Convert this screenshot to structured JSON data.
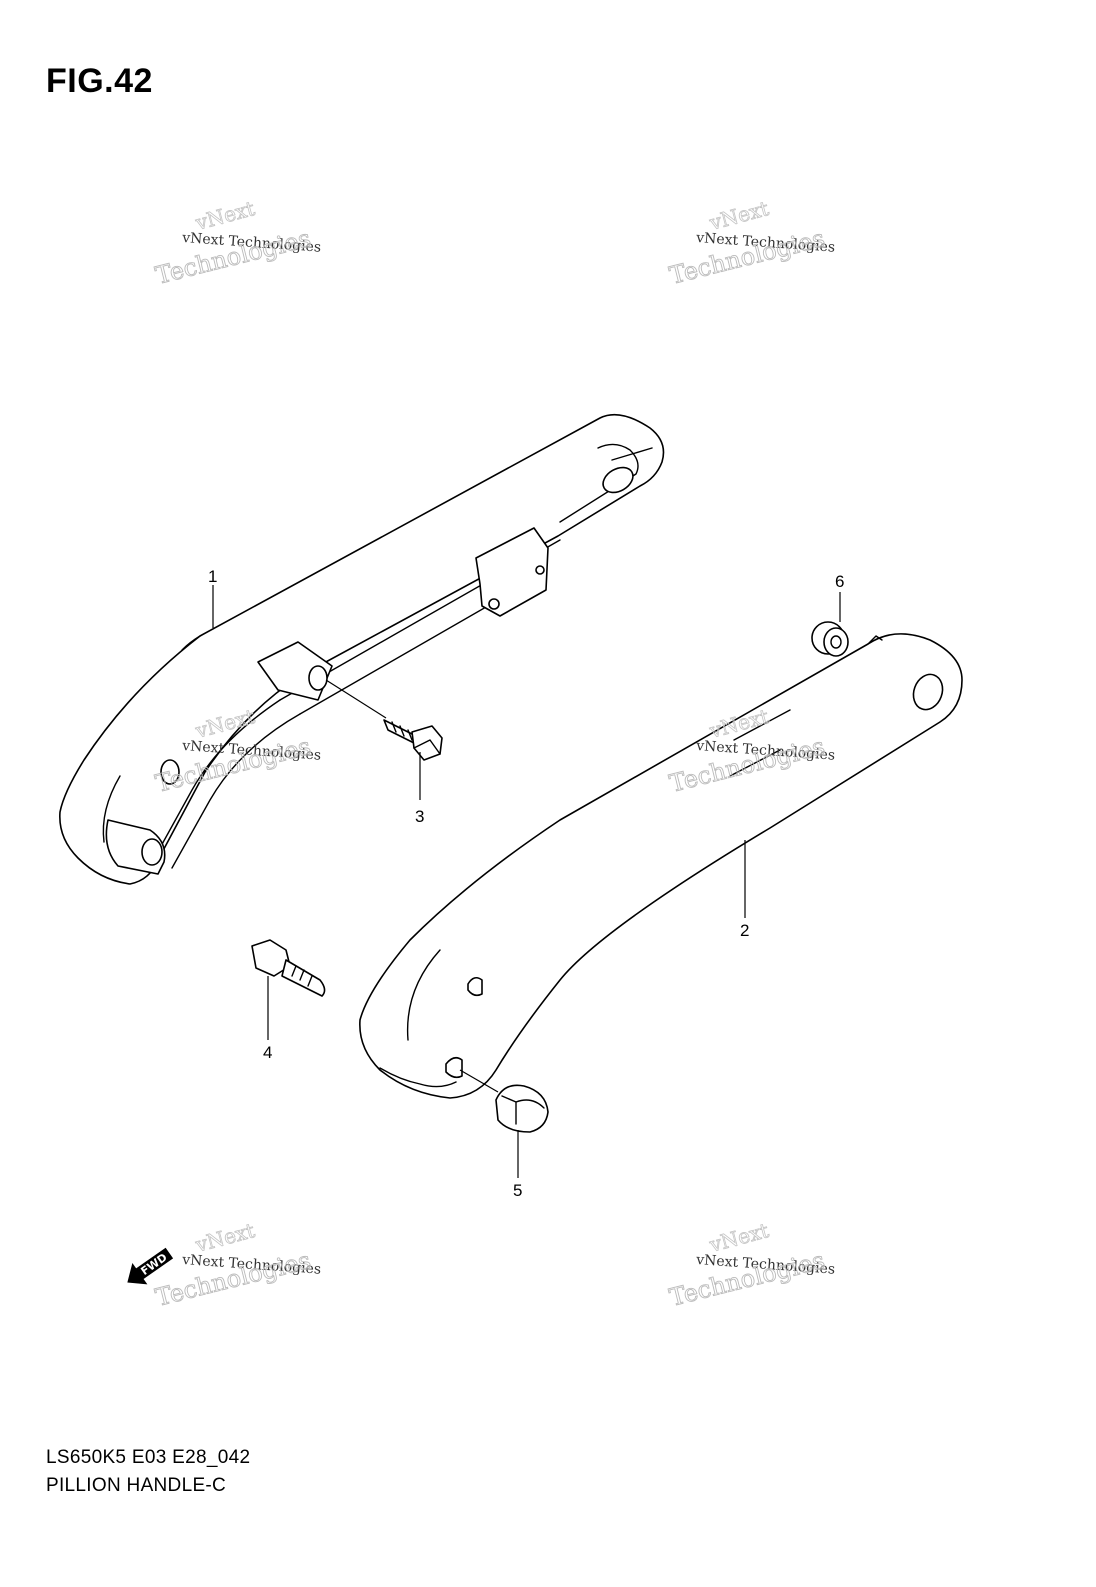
{
  "figure": {
    "title": "FIG.42"
  },
  "footer": {
    "model_code": "LS650K5 E03 E28_042",
    "section_name": "PILLION HANDLE-C"
  },
  "parts": [
    {
      "ref": "1",
      "description": ""
    },
    {
      "ref": "2",
      "description": ""
    },
    {
      "ref": "3",
      "description": ""
    },
    {
      "ref": "4",
      "description": ""
    },
    {
      "ref": "5",
      "description": ""
    },
    {
      "ref": "6",
      "description": ""
    }
  ],
  "direction_marker": {
    "label": "FWD"
  },
  "watermark": {
    "line1": "vNext",
    "line2": "vNext Technologies",
    "line3": "Technologies"
  },
  "colors": {
    "ink": "#000000",
    "background": "#ffffff",
    "watermark": "#bbbbbb"
  }
}
